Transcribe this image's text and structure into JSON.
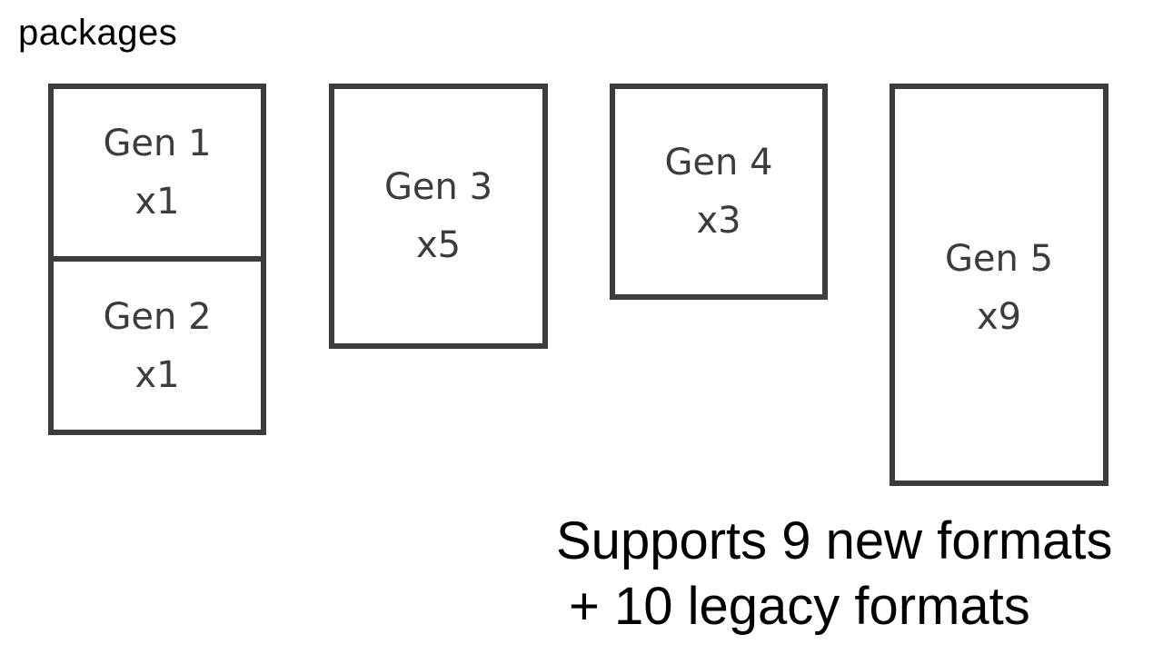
{
  "title": "packages",
  "boxes": [
    {
      "name": "Gen 1",
      "count": "x1"
    },
    {
      "name": "Gen 2",
      "count": "x1"
    },
    {
      "name": "Gen 3",
      "count": "x5"
    },
    {
      "name": "Gen 4",
      "count": "x3"
    },
    {
      "name": "Gen 5",
      "count": "x9"
    }
  ],
  "summary": {
    "line1": "Supports 9 new formats",
    "line2": "+ 10 legacy formats"
  },
  "colors": {
    "box_border": "#3c3c3c",
    "box_text": "#3c3c3c",
    "text": "#000000",
    "background": "#ffffff"
  }
}
